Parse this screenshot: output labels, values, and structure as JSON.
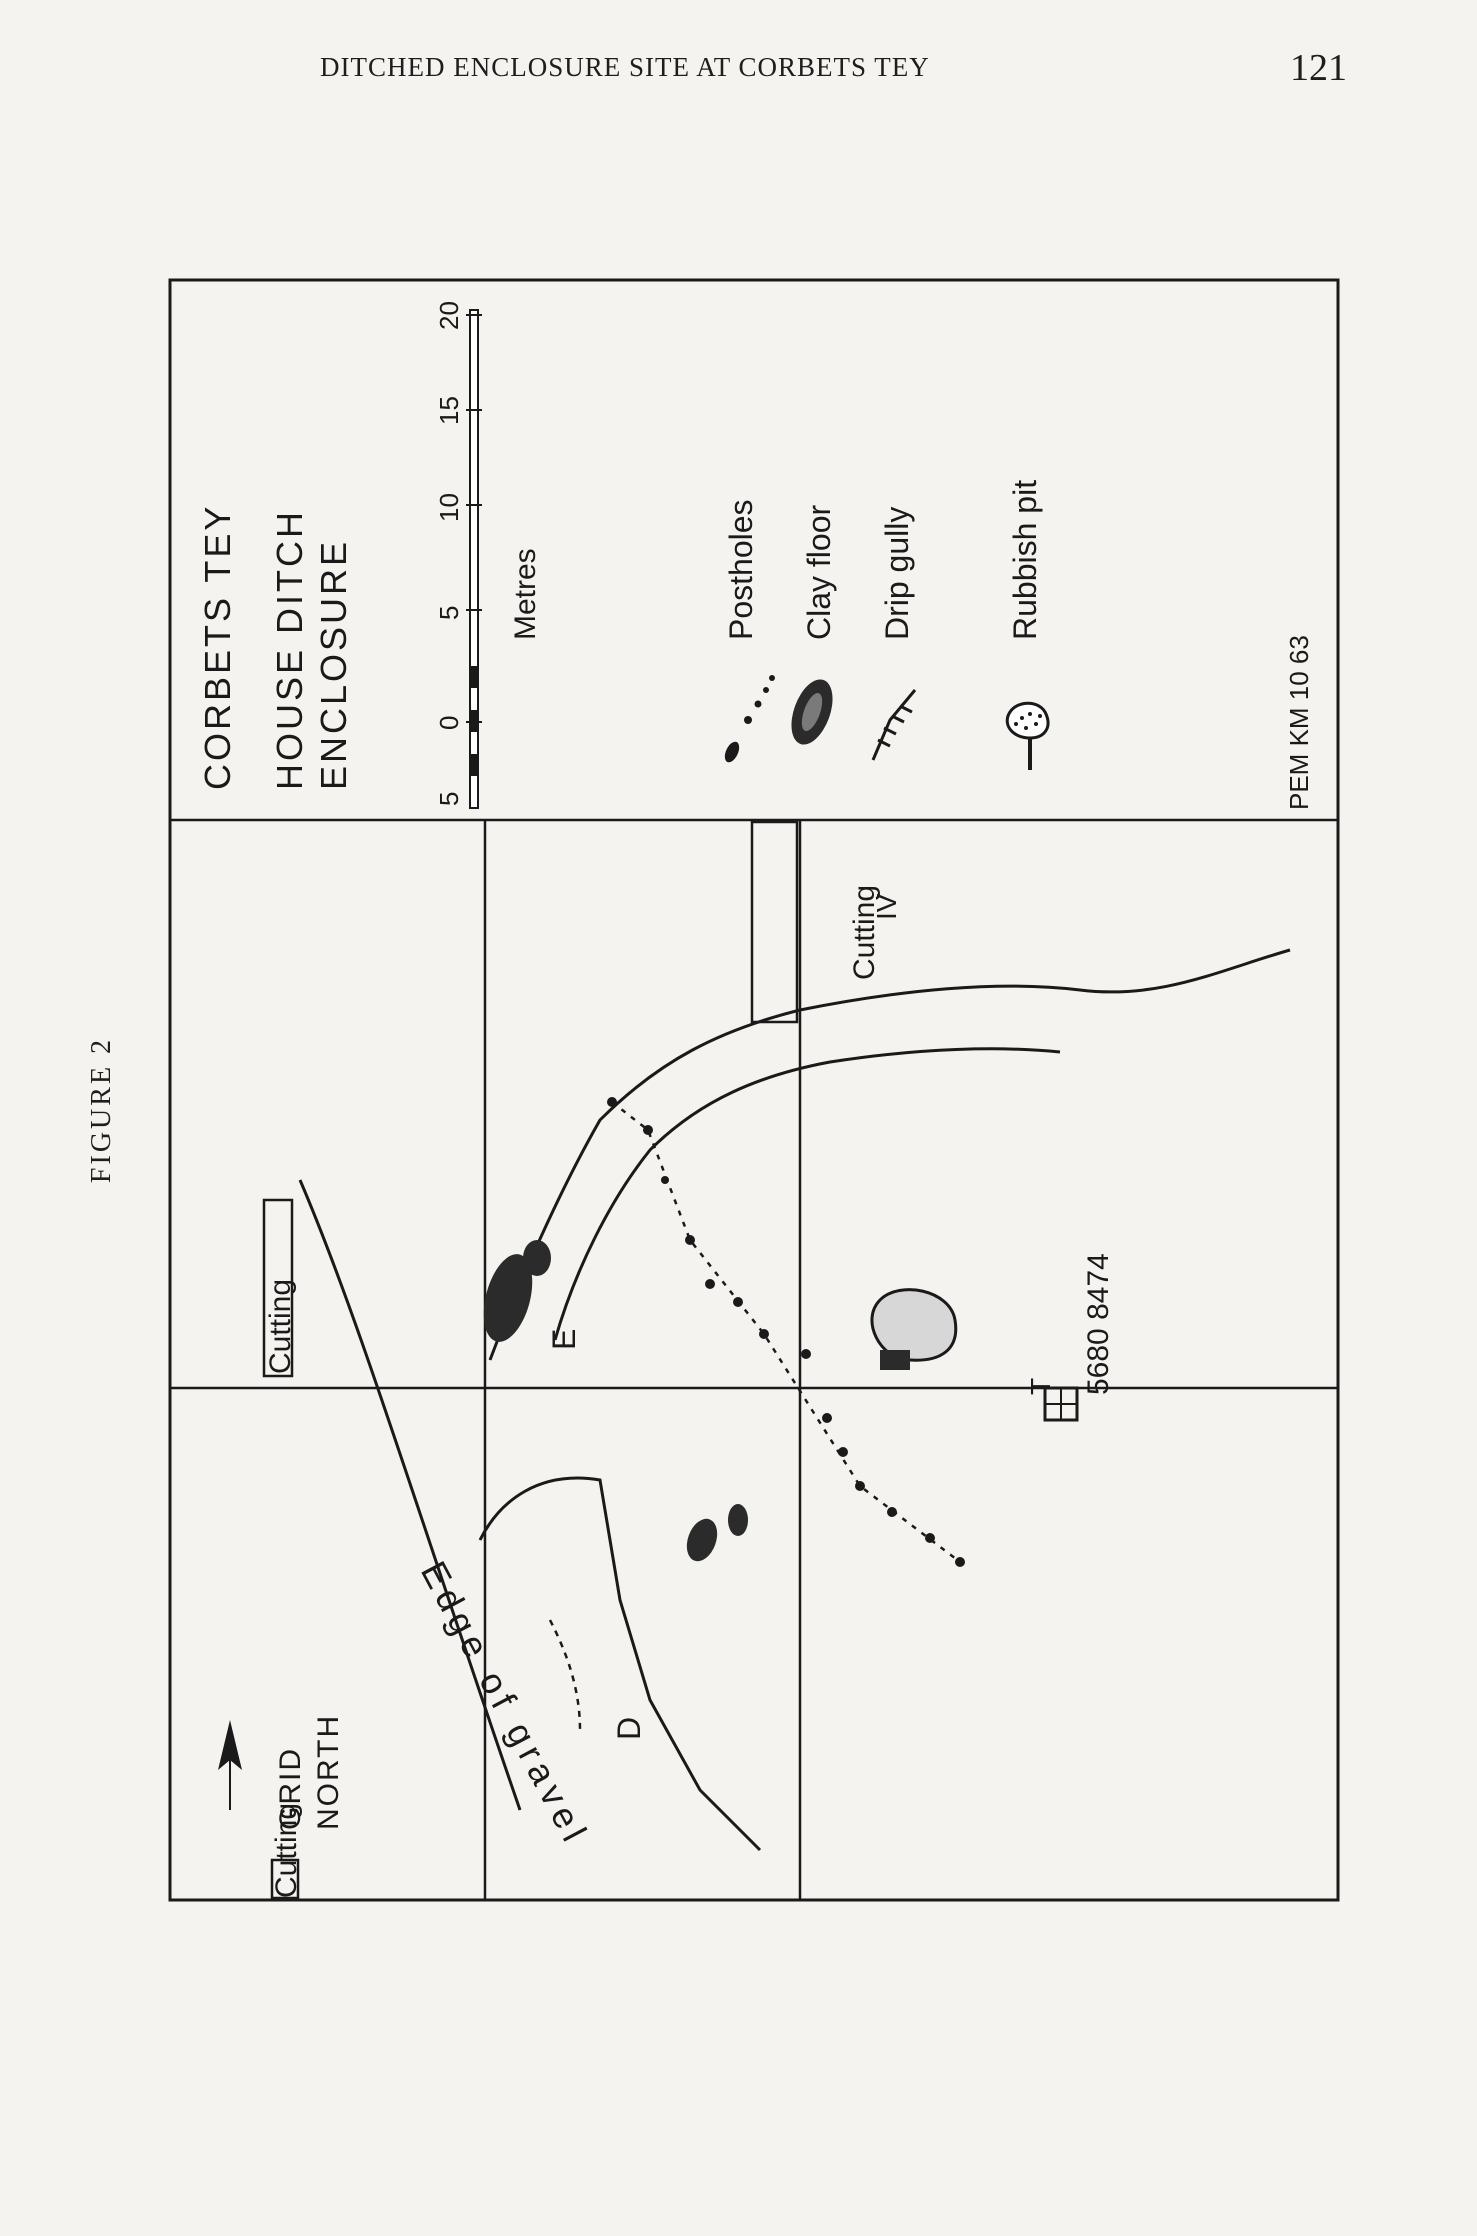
{
  "running_head": "DITCHED ENCLOSURE SITE AT CORBETS TEY",
  "page_number": "121",
  "figure_label": "FIGURE 2",
  "plan": {
    "site_title_1": "CORBETS TEY",
    "site_title_2": "HOUSE DITCH",
    "site_title_3": "ENCLOSURE",
    "scale": {
      "ticks": [
        "5",
        "0",
        "5",
        "10",
        "15",
        "20"
      ],
      "unit": "Metres"
    },
    "legend": [
      {
        "label": "Postholes",
        "icon": "posthole-symbol"
      },
      {
        "label": "Clay floor",
        "icon": "clay-floor-symbol"
      },
      {
        "label": "Drip gully",
        "icon": "drip-gully-symbol"
      },
      {
        "label": "Rubbish pit",
        "icon": "rubbish-pit-symbol"
      }
    ],
    "credit": "PEM KM 10 63",
    "grid_north": {
      "word1": "GRID",
      "word2": "NORTH"
    },
    "gravel_edge_label": "Edge of gravel",
    "cutting_top": "Cutting",
    "cutting_bottom": "Cutting",
    "cutting_i": "Cutting",
    "cutting_numeral": "IV",
    "area_labels": {
      "d": "D",
      "e": "E"
    },
    "trig": {
      "letter": "T",
      "grid_ref": "5680 8474"
    }
  }
}
